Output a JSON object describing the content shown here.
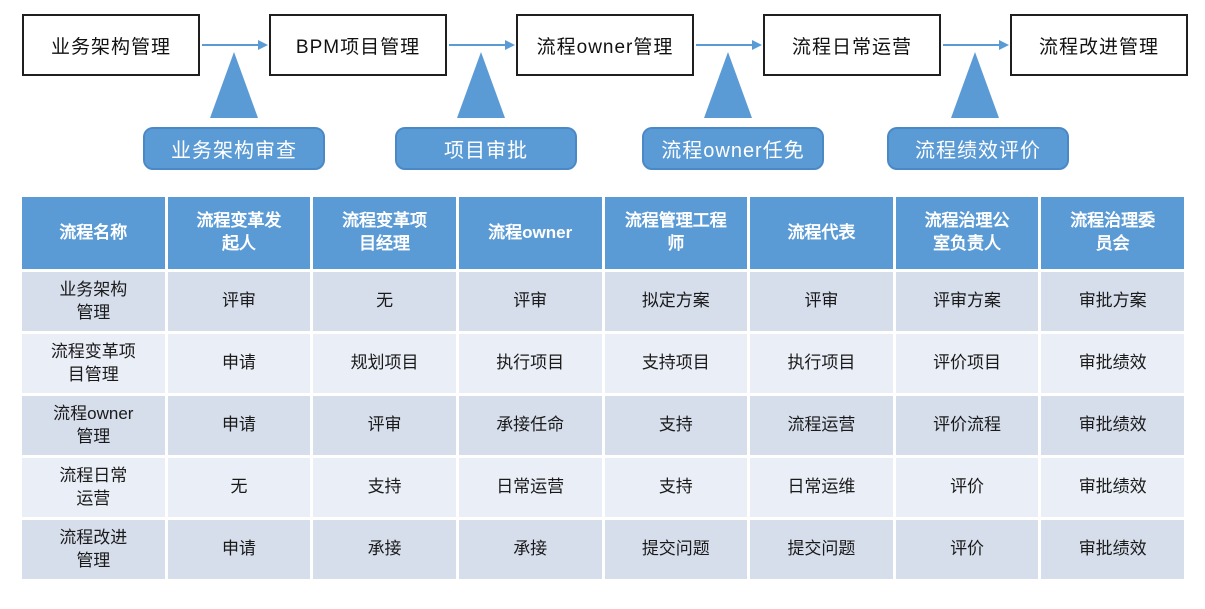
{
  "colors": {
    "accent_blue": "#5B9BD5",
    "callout_border": "#4A89C6",
    "band_dark": "#D6DEEC",
    "band_light": "#EAEEF6",
    "flow_box_border": "#1f1f1f",
    "header_text": "#ffffff",
    "body_text": "#1a1a1a"
  },
  "flow": {
    "boxes": [
      "业务架构管理",
      "BPM项目管理",
      "流程owner管理",
      "流程日常运营",
      "流程改进管理"
    ],
    "callouts": [
      "业务架构审查",
      "项目审批",
      "流程owner任免",
      "流程绩效评价"
    ]
  },
  "table": {
    "headers": [
      "流程名称",
      "流程变革发\n起人",
      "流程变革项\n目经理",
      "流程owner",
      "流程管理工程\n师",
      "流程代表",
      "流程治理公\n室负责人",
      "流程治理委\n员会"
    ],
    "rows": [
      {
        "name": "业务架构\n管理",
        "cells": [
          "评审",
          "无",
          "评审",
          "拟定方案",
          "评审",
          "评审方案",
          "审批方案"
        ]
      },
      {
        "name": "流程变革项\n目管理",
        "cells": [
          "申请",
          "规划项目",
          "执行项目",
          "支持项目",
          "执行项目",
          "评价项目",
          "审批绩效"
        ]
      },
      {
        "name": "流程owner\n管理",
        "cells": [
          "申请",
          "评审",
          "承接任命",
          "支持",
          "流程运营",
          "评价流程",
          "审批绩效"
        ]
      },
      {
        "name": "流程日常\n运营",
        "cells": [
          "无",
          "支持",
          "日常运营",
          "支持",
          "日常运维",
          "评价",
          "审批绩效"
        ]
      },
      {
        "name": "流程改进\n管理",
        "cells": [
          "申请",
          "承接",
          "承接",
          "提交问题",
          "提交问题",
          "评价",
          "审批绩效"
        ]
      }
    ]
  }
}
